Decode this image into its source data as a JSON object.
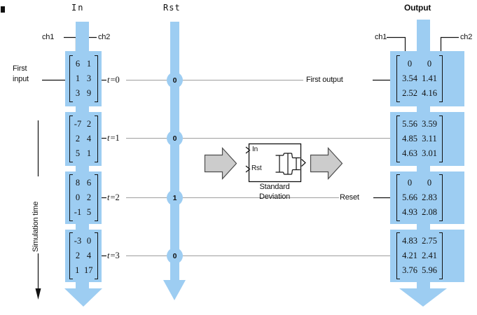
{
  "columns": {
    "in": {
      "title": "In",
      "ch1": "ch1",
      "ch2": "ch2"
    },
    "rst": {
      "title": "Rst"
    },
    "output": {
      "title": "Output",
      "ch1": "ch1",
      "ch2": "ch2"
    }
  },
  "labels": {
    "first_input_line1": "First",
    "first_input_line2": "input",
    "first_output": "First output",
    "reset": "Reset",
    "simulation_time": "Simulation time"
  },
  "block": {
    "port_in": "In",
    "port_rst": "Rst",
    "name_line1": "Standard",
    "name_line2": "Deviation"
  },
  "timesteps": [
    {
      "t_var": "t",
      "t_eq": "=0",
      "rst": "0",
      "in": [
        [
          "6",
          "1"
        ],
        [
          "1",
          "3"
        ],
        [
          "3",
          "9"
        ]
      ],
      "out": [
        [
          "0",
          "0"
        ],
        [
          "3.54",
          "1.41"
        ],
        [
          "2.52",
          "4.16"
        ]
      ]
    },
    {
      "t_var": "t",
      "t_eq": "=1",
      "rst": "0",
      "in": [
        [
          "-7",
          "2"
        ],
        [
          "2",
          "4"
        ],
        [
          "5",
          "1"
        ]
      ],
      "out": [
        [
          "5.56",
          "3.59"
        ],
        [
          "4.85",
          "3.11"
        ],
        [
          "4.63",
          "3.01"
        ]
      ]
    },
    {
      "t_var": "t",
      "t_eq": "=2",
      "rst": "1",
      "in": [
        [
          "8",
          "6"
        ],
        [
          "0",
          "2"
        ],
        [
          "-1",
          "5"
        ]
      ],
      "out": [
        [
          "0",
          "0"
        ],
        [
          "5.66",
          "2.83"
        ],
        [
          "4.93",
          "2.08"
        ]
      ]
    },
    {
      "t_var": "t",
      "t_eq": "=3",
      "rst": "0",
      "in": [
        [
          "-3",
          "0"
        ],
        [
          "2",
          "4"
        ],
        [
          "1",
          "17"
        ]
      ],
      "out": [
        [
          "4.83",
          "2.75"
        ],
        [
          "4.21",
          "2.41"
        ],
        [
          "3.76",
          "5.96"
        ]
      ]
    }
  ],
  "colors": {
    "accent-blue": "#9dcdf2",
    "arrow-fill": "#cccccc",
    "arrow-stroke": "#4d4d4d",
    "grid-line": "#9e9e9e",
    "ink": "#111111"
  }
}
